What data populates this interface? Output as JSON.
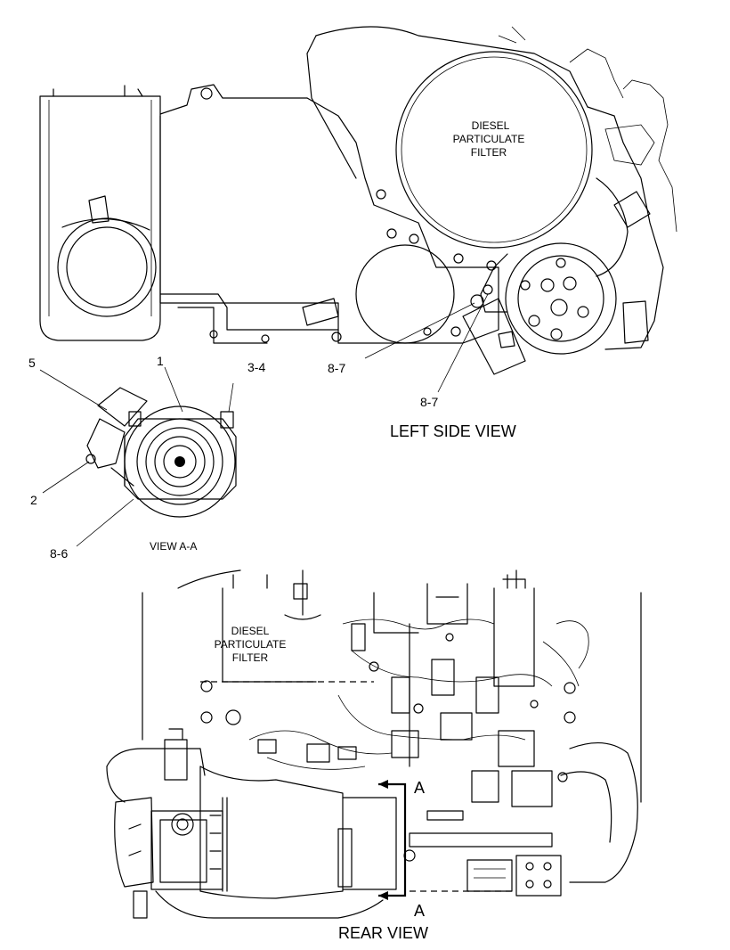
{
  "views": {
    "left_side": {
      "title": "LEFT SIDE VIEW",
      "box_label": [
        "DIESEL",
        "PARTICULATE",
        "FILTER"
      ],
      "callouts": [
        "8-7",
        "8-7"
      ]
    },
    "view_aa": {
      "title": "VIEW A-A",
      "callouts": [
        "5",
        "1",
        "3-4",
        "2",
        "8-6"
      ]
    },
    "rear": {
      "title": "REAR VIEW",
      "box_label": [
        "DIESEL",
        "PARTICULATE",
        "FILTER"
      ],
      "section_marks": [
        "A",
        "A"
      ]
    }
  }
}
